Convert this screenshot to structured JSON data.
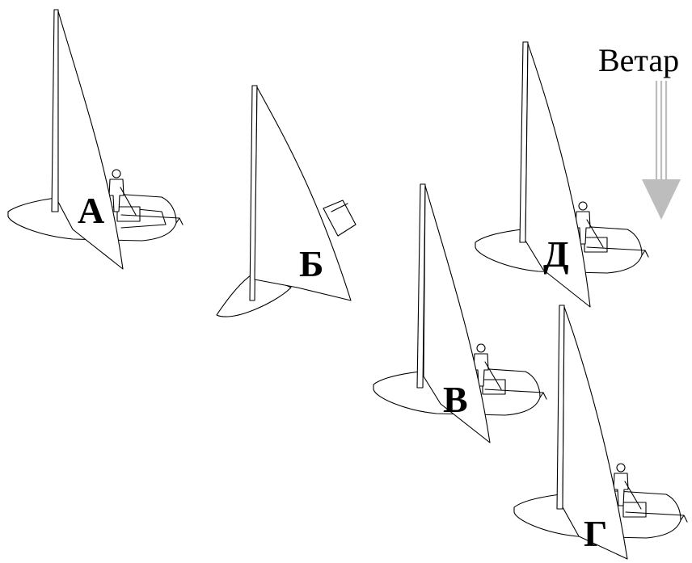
{
  "wind": {
    "label": "Ветар",
    "arrow_color": "#bdbdbd",
    "direction": "down"
  },
  "boats": [
    {
      "id": "A",
      "label": "А"
    },
    {
      "id": "B",
      "label": "Б"
    },
    {
      "id": "V",
      "label": "В"
    },
    {
      "id": "D",
      "label": "Д"
    },
    {
      "id": "G",
      "label": "Г"
    }
  ],
  "colors": {
    "ink": "#000000",
    "background": "#ffffff"
  }
}
